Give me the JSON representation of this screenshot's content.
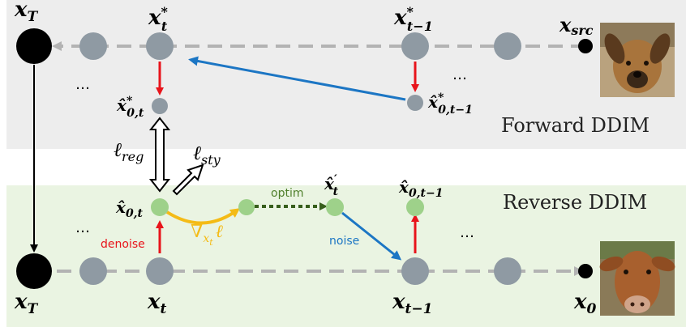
{
  "panels": {
    "forward_title": "Forward DDIM",
    "reverse_title": "Reverse DDIM"
  },
  "labels": {
    "forward": {
      "xT": "x",
      "xT_sub": "T",
      "xt_star": "x",
      "xt_star_sup": "*",
      "xt_star_sub": "t",
      "xt1_star": "x",
      "xt1_star_sup": "*",
      "xt1_star_sub": "t−1",
      "xsrc": "x",
      "xsrc_sub": "src",
      "x0t_star": "x̂",
      "x0t_star_sup": "*",
      "x0t_star_sub": "0,t",
      "x0t1_star": "x̂",
      "x0t1_star_sup": "*",
      "x0t1_star_sub": "0,t−1"
    },
    "middle": {
      "l_reg": "ℓ",
      "l_reg_sub": "reg",
      "l_sty": "ℓ",
      "l_sty_sub": "sty"
    },
    "reverse": {
      "x0t": "x̂",
      "x0t_sub": "0,t",
      "xt_prime": "x̂",
      "xt_prime_sup": "′",
      "xt_prime_sub": "t",
      "x0t1": "x̂",
      "x0t1_sub": "0,t−1",
      "xT": "x",
      "xT_sub": "T",
      "xt": "x",
      "xt_sub": "t",
      "xt1": "x",
      "xt1_sub": "t−1",
      "x0": "x",
      "x0_sub": "0",
      "grad": "∇",
      "grad_sub": "x",
      "grad_subsub": "t",
      "grad_l": "ℓ"
    },
    "ops": {
      "denoise": "denoise",
      "optim": "optim",
      "noise": "noise"
    },
    "ellipsis": "…"
  },
  "colors": {
    "forward_bg": "#ededed",
    "reverse_bg": "#eaf4e2",
    "node_gray": "#8f9aa3",
    "node_green": "#9ed18a",
    "node_black": "#000000",
    "red": "#e8141b",
    "blue": "#1c76c4",
    "orange": "#f4bb16",
    "dark_green": "#375e1c",
    "dash_gray": "#b3b3b3",
    "denoise_text": "#e8141b",
    "optim_text": "#4f7f2b",
    "noise_text": "#1c76c4"
  },
  "images": {
    "source": "dog-photo",
    "result": "cow-photo"
  }
}
